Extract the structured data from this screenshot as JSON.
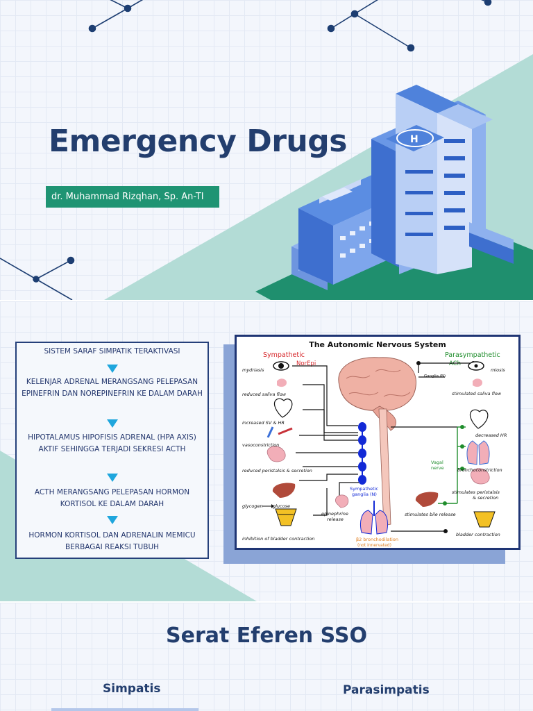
{
  "slide1": {
    "title": "Emergency Drugs",
    "author": "dr. Muhammad Rizqhan, Sp. An-TI",
    "helipad_letter": "H"
  },
  "slide2": {
    "flow": [
      {
        "lines": [
          "SISTEM SARAF SIMPATIK TERAKTIVASI"
        ]
      },
      {
        "lines": [
          "KELENJAR ADRENAL MERANGSANG PELEPASAN",
          "EPINEFRIN DAN NOREPINEFRIN KE DALAM DARAH"
        ]
      },
      {
        "lines": [
          "HIPOTALAMUS HIPOFISIS ADRENAL (HPA AXIS)",
          "AKTIF SEHINGGA TERJADI SEKRESI ACTH"
        ]
      },
      {
        "lines": [
          "ACTH MERANGSANG PELEPASAN HORMON",
          "KORTISOL KE DALAM DARAH"
        ]
      },
      {
        "lines": [
          "HORMON KORTISOL DAN ADRENALIN MEMICU",
          "BERBAGAI REAKSI TUBUH"
        ]
      }
    ],
    "diagram": {
      "title": "The Autonomic Nervous System",
      "sympathetic": "Sympathetic",
      "norepi": "NorEpi",
      "parasympathetic": "Parasympathetic",
      "ach": "ACh",
      "ganglia_n": "Ganglia (N)",
      "sympathetic_ganglia_1": "Sympathetic",
      "sympathetic_ganglia_2": "ganglia (N)",
      "vagal_1": "Vagal",
      "vagal_2": "nerve",
      "left_labels": {
        "mydriasis": "mydriasis",
        "saliva": "reduced saliva flow",
        "sv_hr": "increased SV & HR",
        "vasoconstriction": "vasoconstriction",
        "peristalsis": "reduced peristalsis & secretion",
        "glycogen": "glycogen",
        "glucose": "glucose",
        "bladder": "inhibition of bladder contraction"
      },
      "center_labels": {
        "epi_1": "epinephrine",
        "epi_2": "release",
        "beta2": "β2 bronchodilation",
        "not_innervated": "(not innervated)"
      },
      "right_labels": {
        "miosis": "miosis",
        "saliva": "stimulated saliva flow",
        "hr": "decreased HR",
        "broncho": "bronchoconstriction",
        "peristalsis_1": "stimulates peristalsis",
        "peristalsis_2": "& secretion",
        "bile": "stimulates bile release",
        "bladder": "bladder contraction"
      }
    }
  },
  "slide3": {
    "title": "Serat Eferen SSO",
    "left_heading": "Simpatis",
    "right_heading": "Parasimpatis"
  },
  "colors": {
    "navy": "#233e6e",
    "teal": "#1f9473",
    "mint": "#b3dcd6",
    "building_blue": "#5b8de2",
    "sympathetic_red": "#d6262a",
    "parasympathetic_green": "#1f8d2c",
    "ganglion_blue": "#1229d6"
  }
}
